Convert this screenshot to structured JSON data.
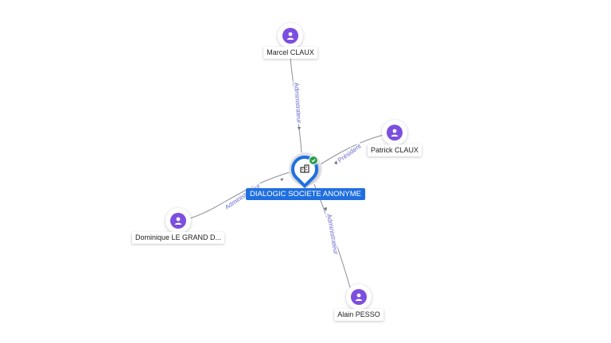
{
  "company": {
    "name": "DIALOGIC SOCIETE ANONYME",
    "icon": "building-icon",
    "status_icon": "check-badge-icon",
    "color": "#1f6fe0"
  },
  "persons": [
    {
      "id": "marcel",
      "name": "Marcel CLAUX",
      "role": "Administrateur"
    },
    {
      "id": "patrick",
      "name": "Patrick CLAUX",
      "role": "Président"
    },
    {
      "id": "dominique",
      "name": "Dominique LE GRAND D...",
      "role": "Administrateur"
    },
    {
      "id": "alain",
      "name": "Alain PESSO",
      "role": "Administrateur"
    }
  ],
  "colors": {
    "person_icon": "#7c4fe0",
    "edge_label": "#6a6ad0",
    "verified": "#2e9e4f"
  }
}
